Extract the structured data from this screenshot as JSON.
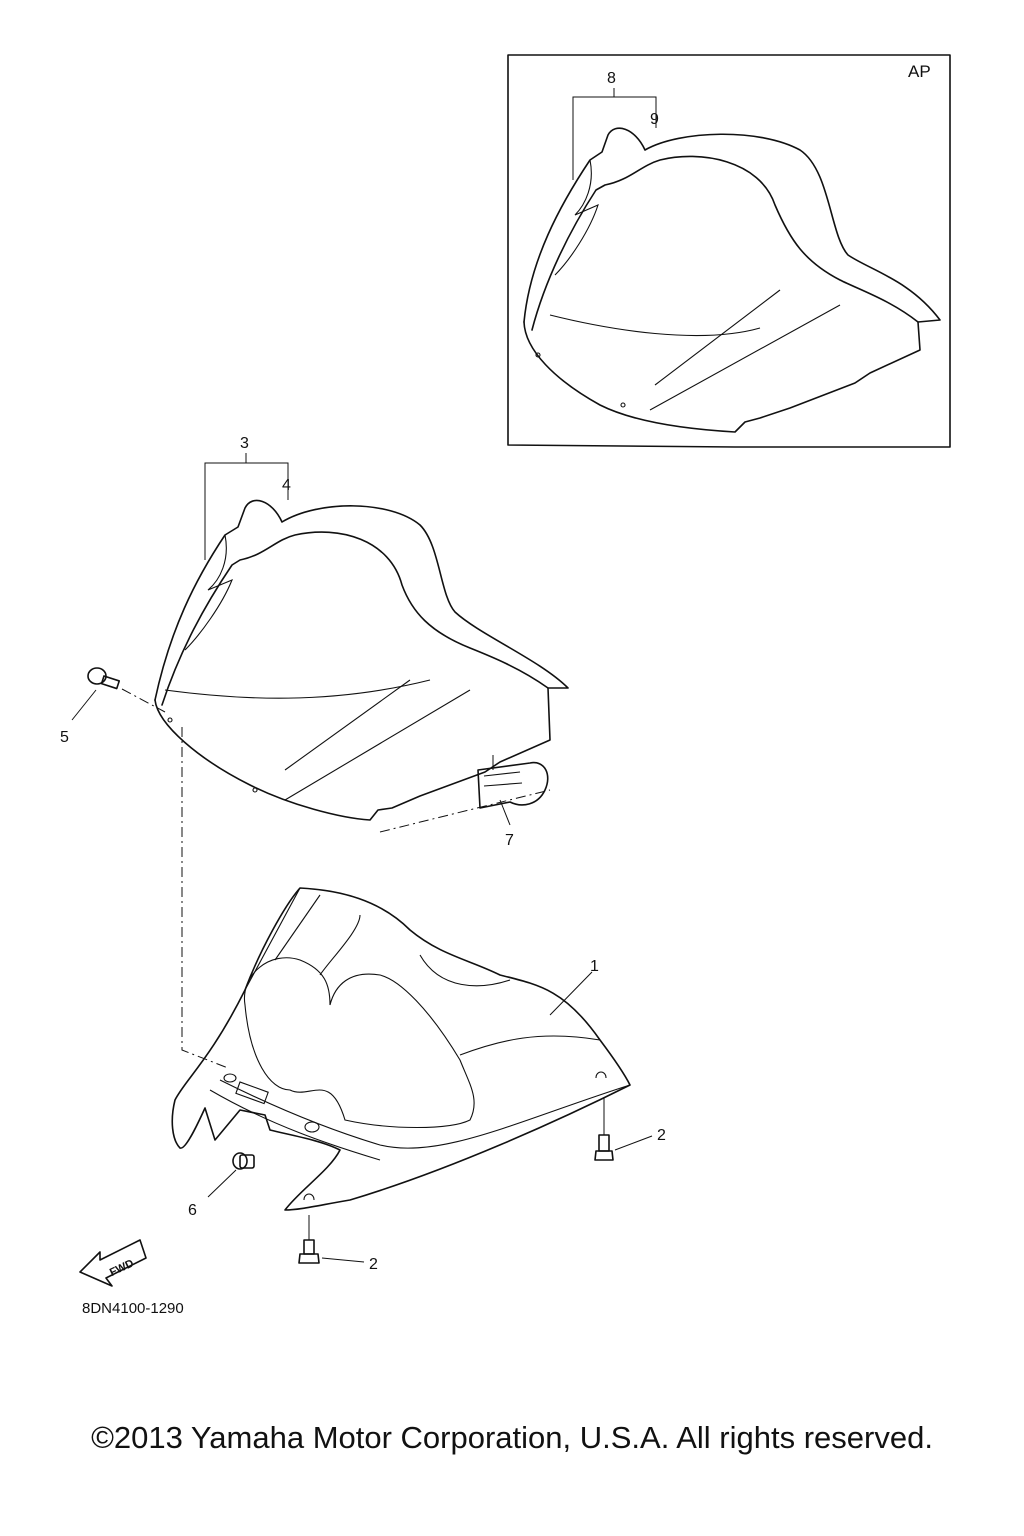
{
  "diagram": {
    "inset_label": "AP",
    "callouts": {
      "p1": "1",
      "p2a": "2",
      "p2b": "2",
      "p3": "3",
      "p4": "4",
      "p5": "5",
      "p6": "6",
      "p7": "7",
      "p8": "8",
      "p9": "9"
    },
    "fwd_label": "FWD",
    "drawing_code": "8DN4100-1290"
  },
  "footer": {
    "copyright": "©2013 Yamaha Motor Corporation, U.S.A. All rights reserved."
  }
}
